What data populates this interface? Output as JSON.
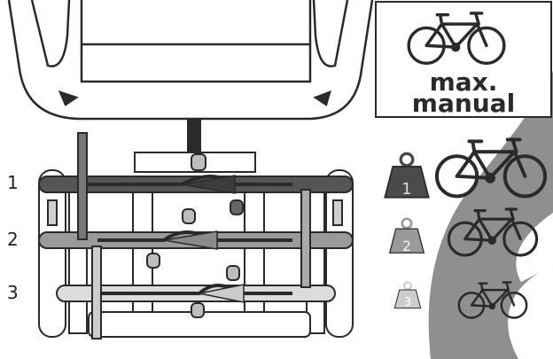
{
  "colors": {
    "line": "#2a2a2a",
    "slot1": "#4a4a4a",
    "slot2": "#8c8c8c",
    "slot3": "#c9c9c9",
    "swoosh": "#8f8f8f",
    "bike_fill": "#5a5a5a"
  },
  "box": {
    "line1": "max.",
    "line2": "manual",
    "icon": "bicycle-icon"
  },
  "slots": [
    {
      "row_label": "1",
      "weight_label": "1",
      "weight_icon": "weight-icon",
      "bike_icon": "bicycle-icon"
    },
    {
      "row_label": "2",
      "weight_label": "2",
      "weight_icon": "weight-icon",
      "bike_icon": "bicycle-icon"
    },
    {
      "row_label": "3",
      "weight_label": "3",
      "weight_icon": "weight-icon",
      "bike_icon": "bicycle-icon"
    }
  ]
}
